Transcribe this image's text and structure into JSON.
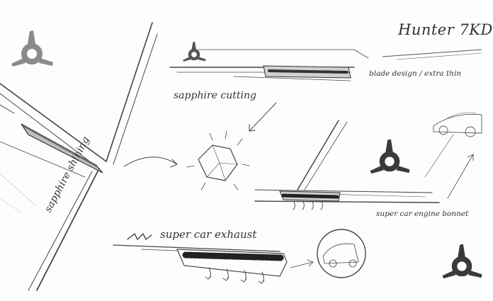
{
  "title": "Hunter 7KD",
  "labels": {
    "sapphire_cutting": "sapphire cutting",
    "blade_design": "blade design / extra thin",
    "super_car_engine_bonnet": "super car engine bonnet",
    "super_car_exhaust": "super car exhaust",
    "sapphire_shining": "sapphire shining"
  },
  "logo_icon": "tri-blade-emblem-icon",
  "colors": {
    "ink": "#333333",
    "logo_grey": "#8a8a8a",
    "logo_dark": "#3a3a3a",
    "paper": "#fdfdfd"
  }
}
